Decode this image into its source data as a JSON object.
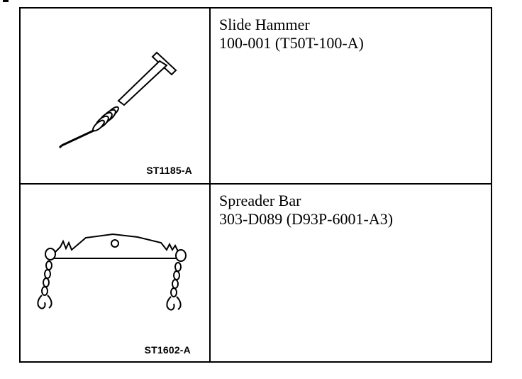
{
  "tools": [
    {
      "name": "Slide Hammer",
      "part_number": "100-001 (T50T-100-A)",
      "image_code": "ST1185-A",
      "icon": "slide-hammer-icon"
    },
    {
      "name": "Spreader Bar",
      "part_number": "303-D089 (D93P-6001-A3)",
      "image_code": "ST1602-A",
      "icon": "spreader-bar-icon"
    }
  ]
}
